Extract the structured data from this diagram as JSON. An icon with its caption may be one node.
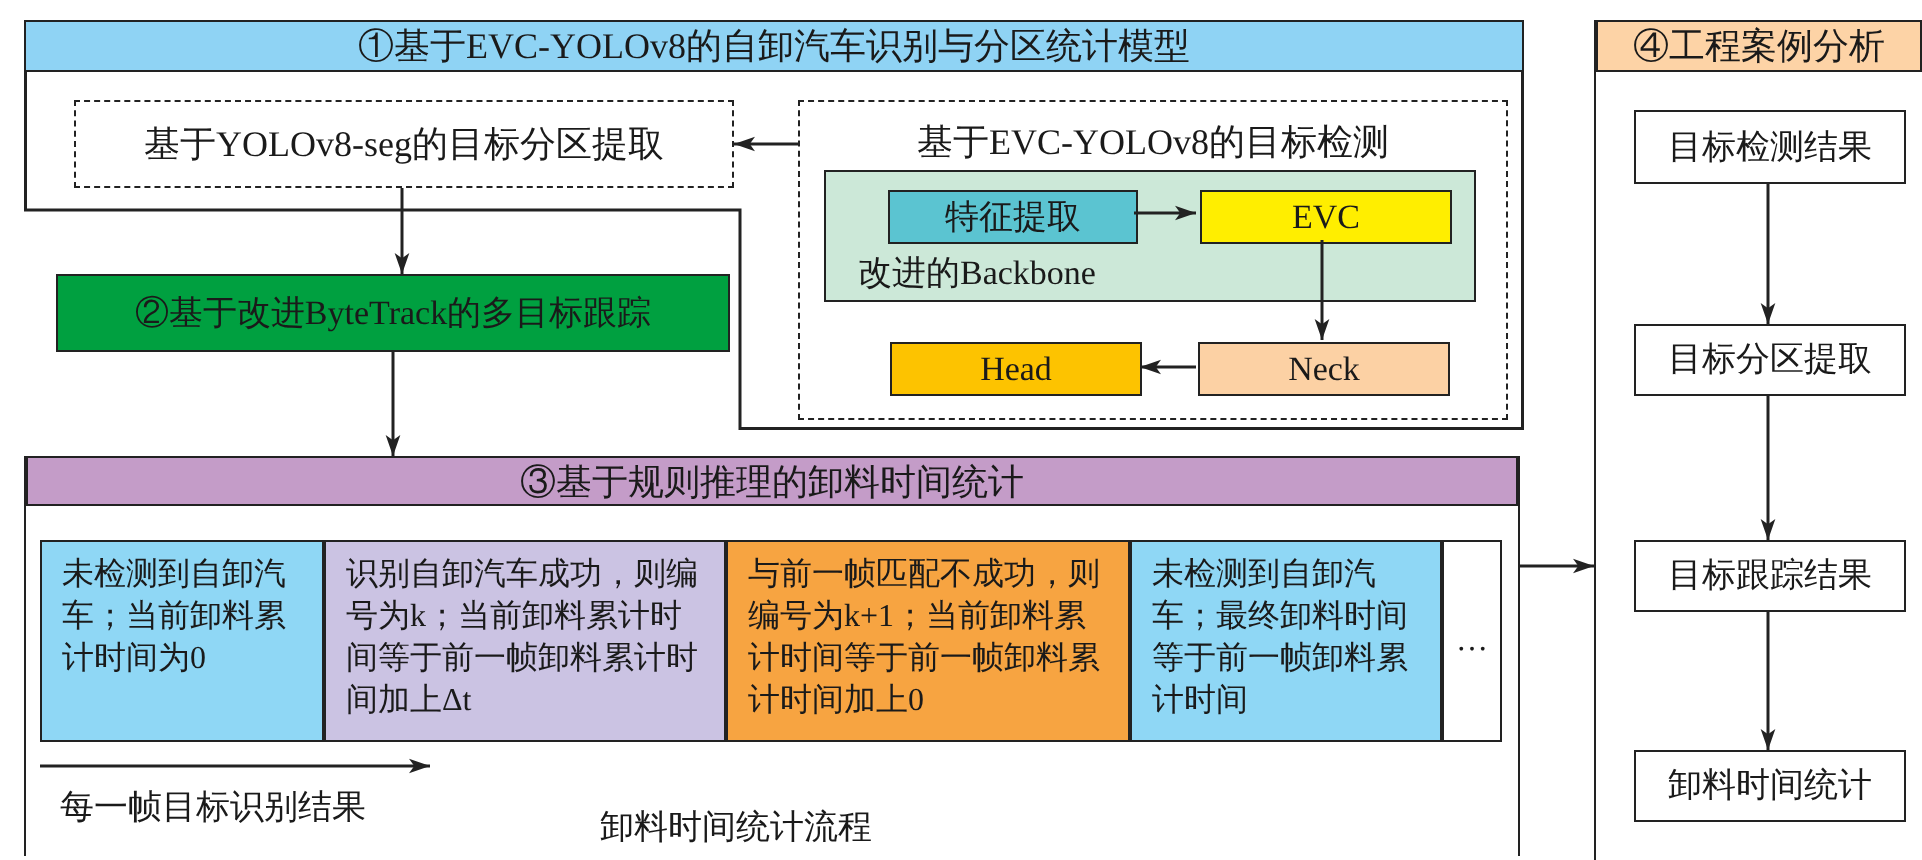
{
  "diagram": {
    "nodes": [
      {
        "text": [
          "①基于EVC-YOLOv8的自卸汽车识别与分区统计模型"
        ]
      },
      {
        "text": [
          "基于YOLOv8-seg的目标分区提取"
        ],
        "in": 0
      },
      {
        "text": [
          "基于EVC-YOLOv8的目标检测"
        ],
        "in": 0
      },
      {
        "text": [
          "改进的Backbone"
        ],
        "in": 2
      },
      {
        "text": [
          "特征提取"
        ],
        "in": 3
      },
      {
        "text": [
          "EVC"
        ],
        "in": 3
      },
      {
        "text": [
          "Head"
        ],
        "in": 2
      },
      {
        "text": [
          "Neck"
        ],
        "in": 2
      },
      {
        "text": [
          "②基于改进ByteTrack的多目标跟踪"
        ]
      },
      {
        "text": [
          "③基于规则推理的卸料时间统计"
        ]
      },
      {
        "text": [
          "未检测到自卸汽车；当前卸料累计时间为0"
        ],
        "in": 9
      },
      {
        "text": [
          "识别自卸汽车成功，则编号为k；当前卸料累计时间等于前一帧卸料累计时间加上Δt"
        ],
        "in": 9
      },
      {
        "text": [
          "与前一帧匹配不成功，则编号为k+1；当前卸料累计时间等于前一帧卸料累计时间加上0"
        ],
        "in": 9
      },
      {
        "text": [
          "未检测到自卸汽车；最终卸料时间等于前一帧卸料累计时间"
        ],
        "in": 9
      },
      {
        "text": [
          "…"
        ],
        "in": 9
      },
      {
        "text": [
          "④工程案例分析"
        ]
      },
      {
        "text": [
          "目标检测结果"
        ],
        "in": 15
      },
      {
        "text": [
          "目标分区提取"
        ],
        "in": 15
      },
      {
        "text": [
          "目标跟踪结果"
        ],
        "in": 15
      },
      {
        "text": [
          "卸料时间统计"
        ],
        "in": 15
      }
    ],
    "edges": [
      {
        "from": 2,
        "to": 1,
        "arrow": "to"
      },
      {
        "from": 4,
        "to": 5,
        "arrow": "to"
      },
      {
        "from": 5,
        "to": 7,
        "arrow": "to"
      },
      {
        "from": 7,
        "to": 6,
        "arrow": "to"
      },
      {
        "from": 1,
        "to": 8,
        "arrow": "to"
      },
      {
        "from": 8,
        "to": 9,
        "arrow": "to"
      },
      {
        "from": 9,
        "to": 15,
        "arrow": "to"
      },
      {
        "from": 16,
        "to": 17,
        "arrow": "to"
      },
      {
        "from": 17,
        "to": 18,
        "arrow": "to"
      },
      {
        "from": 18,
        "to": 19,
        "arrow": "to"
      }
    ],
    "labels": [
      "每一帧目标识别结果",
      "卸料时间统计流程"
    ]
  }
}
